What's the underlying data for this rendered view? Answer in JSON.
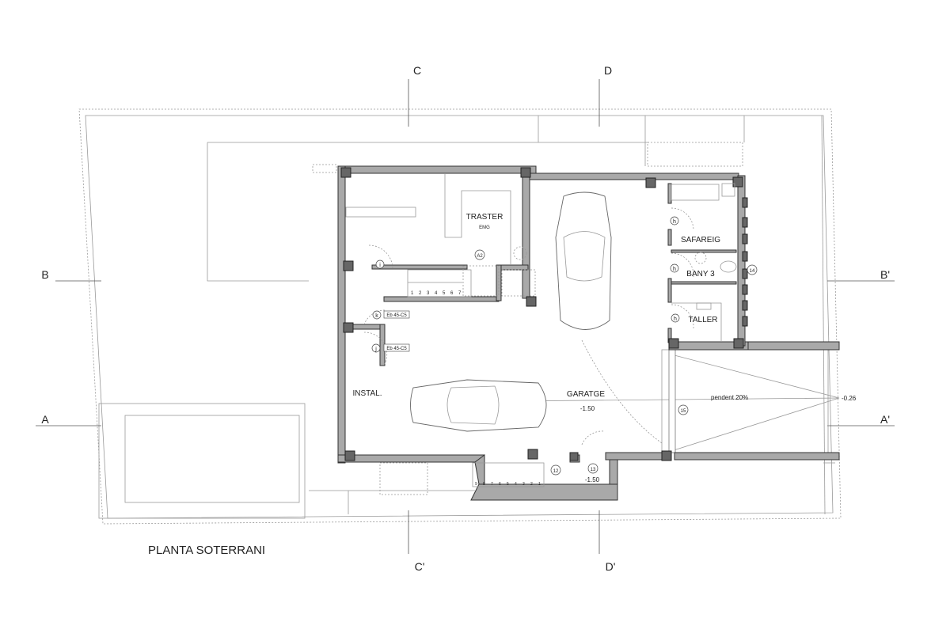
{
  "plan": {
    "title": "PLANTA SOTERRANI",
    "sections": {
      "c_top": "C",
      "d_top": "D",
      "c_bottom": "C'",
      "d_bottom": "D'",
      "b_left": "B",
      "b_right": "B'",
      "a_left": "A",
      "a_right": "A'"
    },
    "rooms": {
      "traster": "TRASTER",
      "traster_sub": "EMG",
      "safareig": "SAFAREIG",
      "bany": "BANY 3",
      "taller": "TALLER",
      "instal": "INSTAL.",
      "garatge": "GARATGE",
      "garatge_level": "-1.50"
    },
    "tags": {
      "i": "i",
      "a2": "A2",
      "k": "k",
      "j": "j",
      "door_type_k": "Eb 45-C5",
      "door_type_j": "Eb 45-C5",
      "h1": "h",
      "h2": "h",
      "h3": "h",
      "n14": "14",
      "n15": "15",
      "n12": "12",
      "n13": "13",
      "level_13": "-1.50"
    },
    "ramp": {
      "slope": "pendent 20%",
      "level": "-0.26"
    },
    "stair_top_steps": [
      "1",
      "2",
      "3",
      "4",
      "5",
      "6",
      "7"
    ],
    "stair_bottom_steps": [
      "9",
      "8",
      "7",
      "6",
      "5",
      "4",
      "3",
      "2",
      "1"
    ],
    "colors": {
      "wall": "#a9a9a9",
      "column": "#666666",
      "line": "#999999"
    }
  }
}
